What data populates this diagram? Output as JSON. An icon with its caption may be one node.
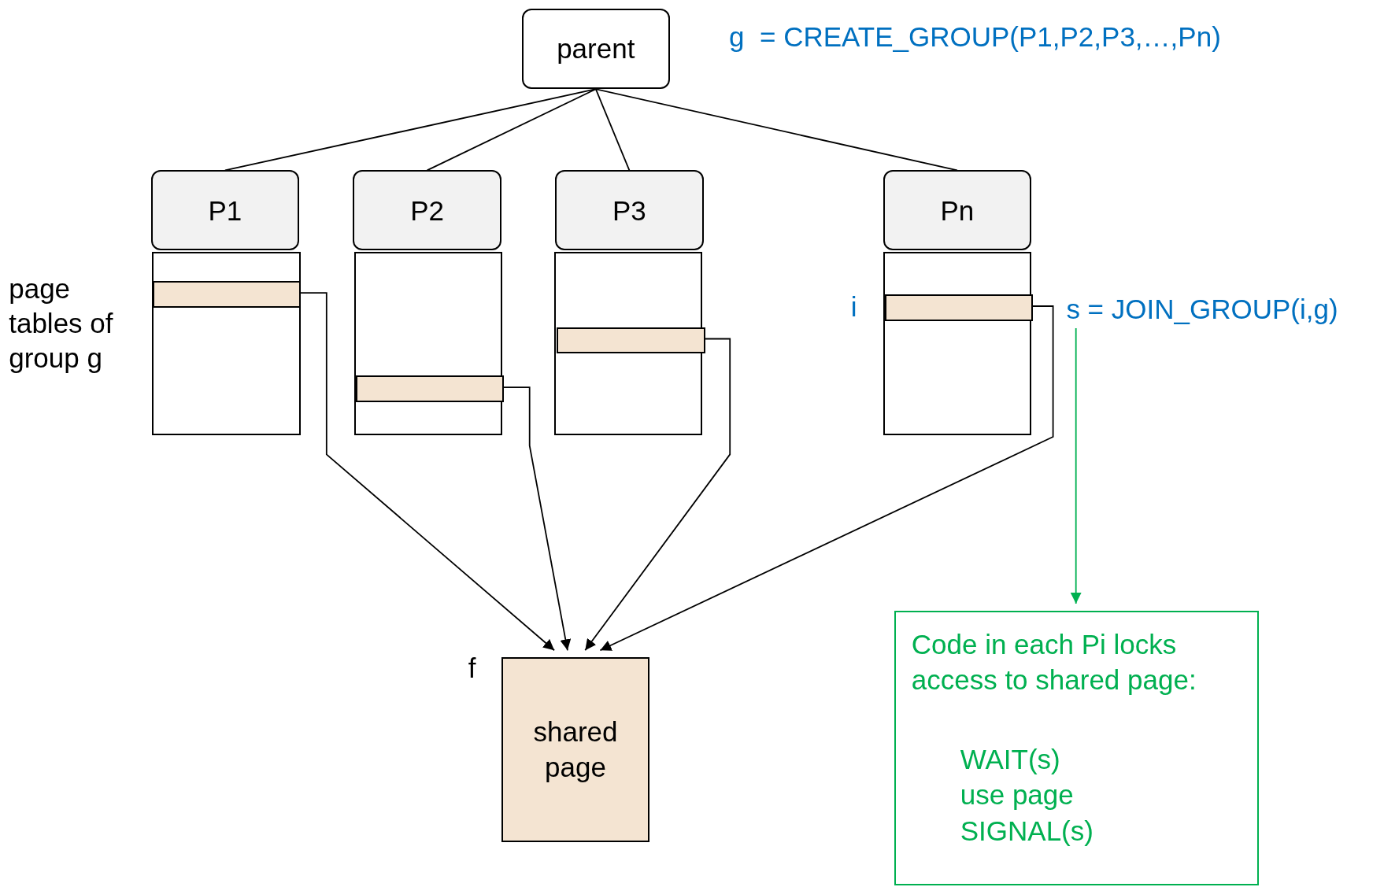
{
  "diagram": {
    "nodes": [
      {
        "text": [
          "parent"
        ]
      },
      {
        "text": [
          "P1"
        ]
      },
      {
        "text": [
          "P2"
        ]
      },
      {
        "text": [
          "P3"
        ]
      },
      {
        "text": [
          "Pn"
        ]
      },
      {
        "text": [],
        "shape": "box"
      },
      {
        "text": [],
        "shape": "bar",
        "in": 5
      },
      {
        "text": [],
        "shape": "box"
      },
      {
        "text": [],
        "shape": "bar",
        "in": 7
      },
      {
        "text": [],
        "shape": "box"
      },
      {
        "text": [],
        "shape": "bar",
        "in": 9
      },
      {
        "text": [],
        "shape": "box"
      },
      {
        "text": [],
        "shape": "bar",
        "in": 11
      },
      {
        "text": [
          "shared page"
        ],
        "beside": [
          "f"
        ]
      },
      {
        "text": [
          "s = JOIN_GROUP(i,g)"
        ]
      },
      {
        "text": [
          "Code in each Pi locks access to shared page:",
          "WAIT(s)",
          "use page",
          "SIGNAL(s)"
        ]
      }
    ],
    "edges": [
      {
        "from": 0,
        "to": 1,
        "arrow": "none"
      },
      {
        "from": 0,
        "to": 2,
        "arrow": "none"
      },
      {
        "from": 0,
        "to": 3,
        "arrow": "none"
      },
      {
        "from": 0,
        "to": 4,
        "arrow": "none"
      },
      {
        "from": 6,
        "to": 13,
        "arrow": "to"
      },
      {
        "from": 8,
        "to": 13,
        "arrow": "to"
      },
      {
        "from": 10,
        "to": 13,
        "arrow": "to"
      },
      {
        "from": 12,
        "to": 13,
        "arrow": "to"
      },
      {
        "from": 14,
        "to": 15,
        "arrow": "to",
        "color": "#00b050"
      }
    ],
    "labels": [
      "g  = CREATE_GROUP(P1,P2,P3,…,Pn)",
      "page tables of group g",
      "i"
    ]
  }
}
